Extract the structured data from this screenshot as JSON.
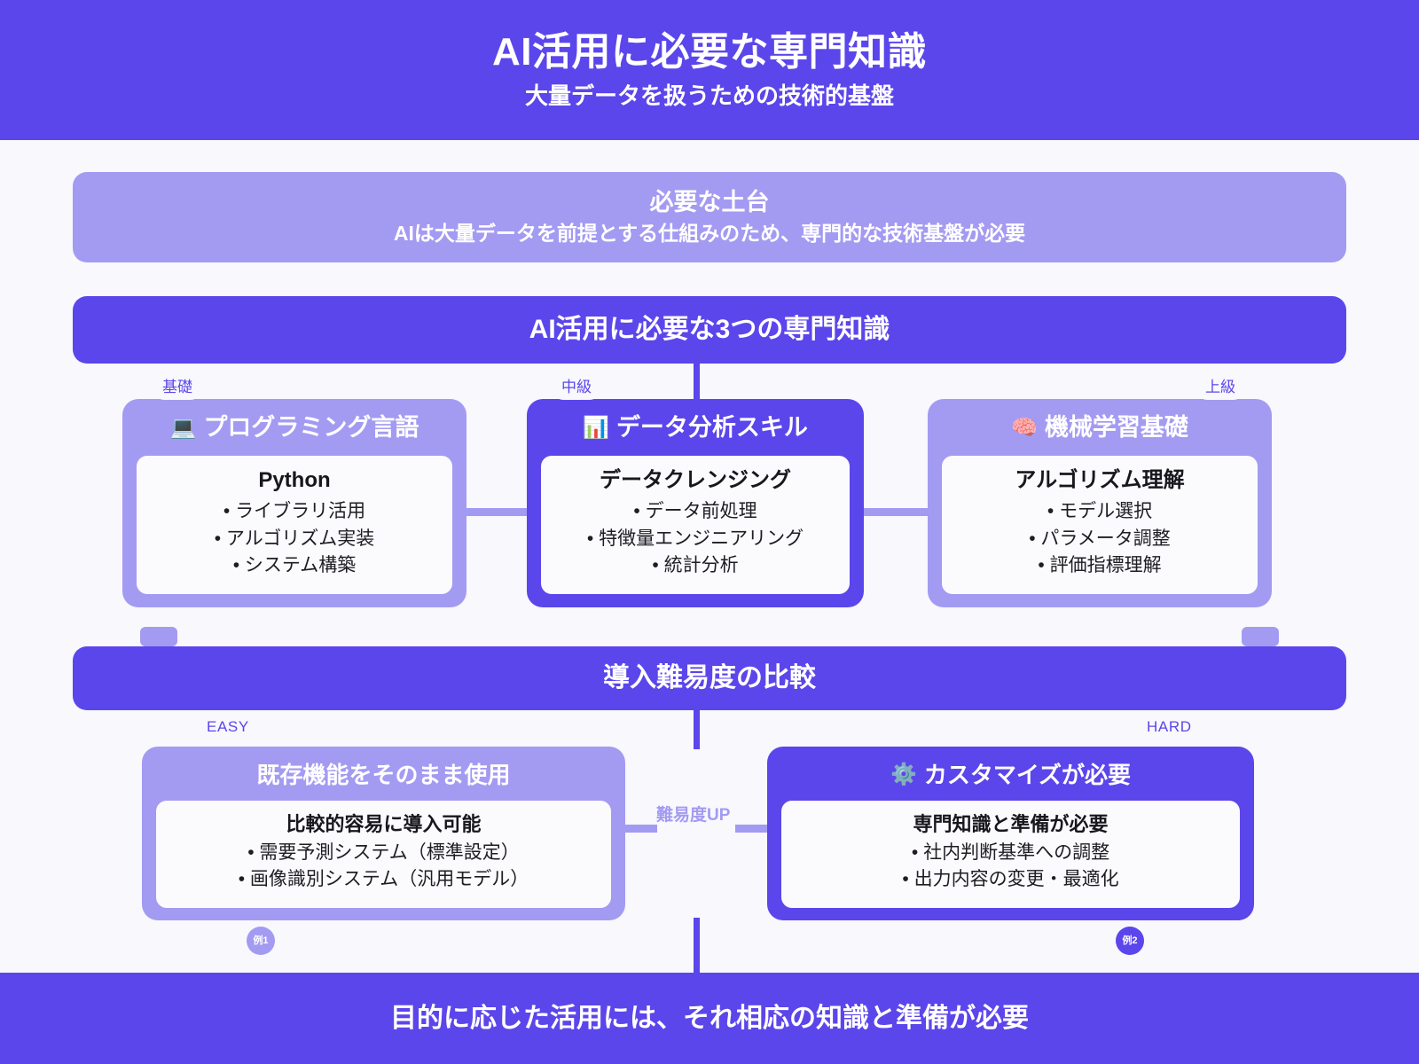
{
  "header": {
    "title": "AI活用に必要な専門知識",
    "subtitle": "大量データを扱うための技術的基盤"
  },
  "foundation": {
    "title": "必要な土台",
    "description": "AIは大量データを前提とする仕組みのため、専門的な技術基盤が必要"
  },
  "skills_section": {
    "heading": "AI活用に必要な3つの専門知識",
    "cards": [
      {
        "level_badge": "基礎",
        "icon": "laptop-emoji",
        "emoji": "💻",
        "title": "プログラミング言語",
        "body_title": "Python",
        "items": [
          "• ライブラリ活用",
          "• アルゴリズム実装",
          "• システム構築"
        ],
        "highlighted": false
      },
      {
        "level_badge": "中級",
        "icon": "bar-chart-emoji",
        "emoji": "📊",
        "title": "データ分析スキル",
        "body_title": "データクレンジング",
        "items": [
          "• データ前処理",
          "• 特徴量エンジニアリング",
          "• 統計分析"
        ],
        "highlighted": true
      },
      {
        "level_badge": "上級",
        "icon": "brain-emoji",
        "emoji": "🧠",
        "title": "機械学習基礎",
        "body_title": "アルゴリズム理解",
        "items": [
          "• モデル選択",
          "• パラメータ調整",
          "• 評価指標理解"
        ],
        "highlighted": false
      }
    ]
  },
  "compare_section": {
    "heading": "導入難易度の比較",
    "middle_label": "難易度UP",
    "cards": [
      {
        "level_badge": "EASY",
        "icon": "",
        "emoji": "",
        "title": "既存機能をそのまま使用",
        "body_title": "比較的容易に導入可能",
        "items": [
          "• 需要予測システム（標準設定）",
          "• 画像識別システム（汎用モデル）"
        ],
        "example_badge": "例1",
        "highlighted": false
      },
      {
        "level_badge": "HARD",
        "icon": "gear-emoji",
        "emoji": "⚙️",
        "title": "カスタマイズが必要",
        "body_title": "専門知識と準備が必要",
        "items": [
          "• 社内判断基準への調整",
          "• 出力内容の変更・最適化"
        ],
        "example_badge": "例2",
        "highlighted": true
      }
    ]
  },
  "footer": {
    "text": "目的に応じた活用には、それ相応の知識と準備が必要"
  },
  "colors": {
    "primary": "#5b46eb",
    "secondary": "#a39bf2",
    "background": "#f8f8fd",
    "card_inner": "#fbfbfe",
    "text_on_primary": "#ffffff"
  }
}
